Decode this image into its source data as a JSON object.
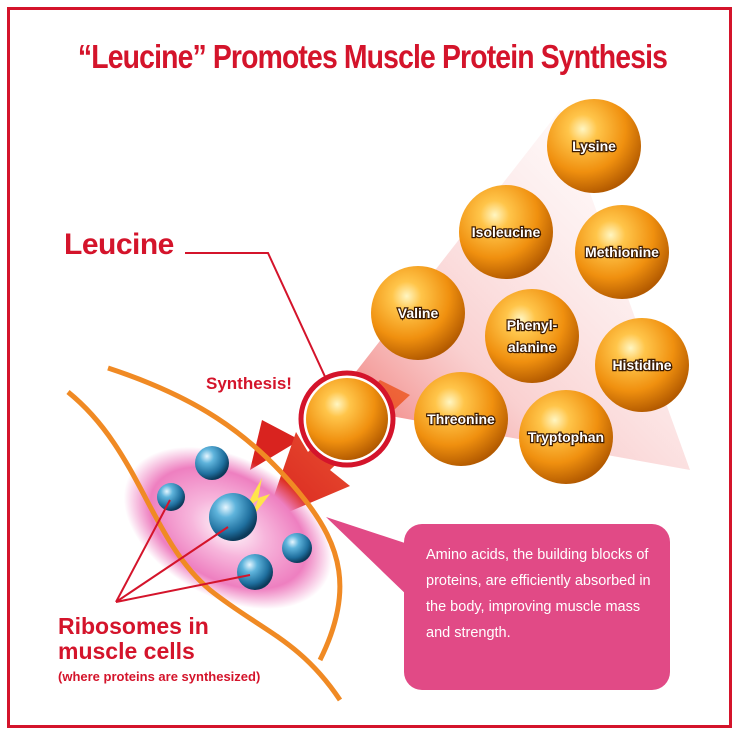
{
  "title": "“Leucine” Promotes Muscle Protein Synthesis",
  "labels": {
    "leucine": "Leucine",
    "synthesis": "Synthesis!",
    "ribosomes_title": "Ribosomes in muscle cells",
    "ribosomes_sub": "(where proteins are synthesized)"
  },
  "amino_acids": [
    {
      "name": "Lysine"
    },
    {
      "name": "Isoleucine"
    },
    {
      "name": "Methionine"
    },
    {
      "name": "Valine"
    },
    {
      "name": "Phenyl-",
      "name2": "alanine"
    },
    {
      "name": "Histidine"
    },
    {
      "name": "Threonine"
    },
    {
      "name": "Tryptophan"
    }
  ],
  "callout": {
    "text": "Amino acids, the building blocks of proteins, are efficiently absorbed in the body, improving muscle mass and strength."
  },
  "colors": {
    "accent_red": "#d4142b",
    "ball_orange": "#f0900f",
    "callout_pink": "#e14a86",
    "cell_outline": "#f08a24",
    "ribosome_blue": "#1f6f9e"
  }
}
